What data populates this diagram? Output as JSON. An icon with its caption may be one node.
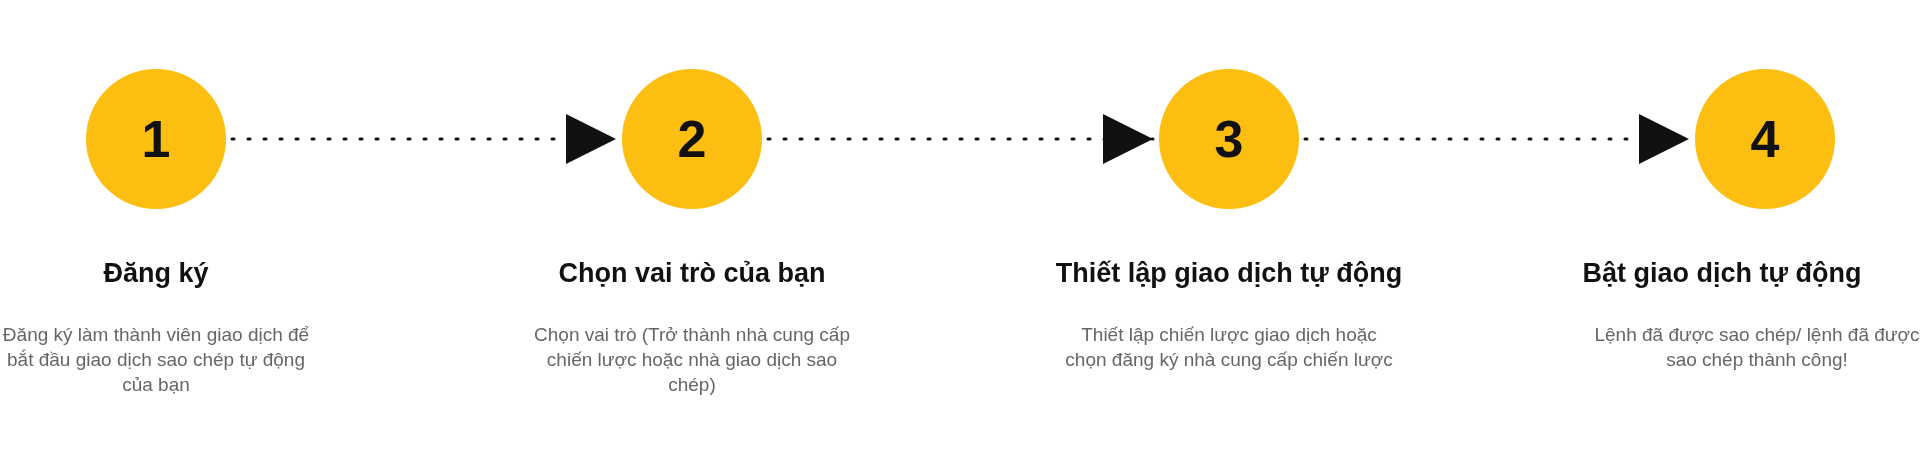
{
  "diagram": {
    "nodes": [
      {
        "text": [
          "1"
        ],
        "beside": [
          "Đăng ký",
          "Đăng ký làm thành viên giao dịch để bắt đầu giao dịch sao chép tự động của bạn"
        ]
      },
      {
        "text": [
          "2"
        ],
        "beside": [
          "Chọn vai trò của bạn",
          "Chọn vai trò (Trở thành nhà cung cấp chiến lược hoặc nhà giao dịch sao chép)"
        ]
      },
      {
        "text": [
          "3"
        ],
        "beside": [
          "Thiết lập giao dịch tự động",
          "Thiết lập chiến lược giao dịch hoặc chọn đăng ký nhà cung cấp chiến lược"
        ]
      },
      {
        "text": [
          "4"
        ],
        "beside": [
          "Bật giao dịch tự động",
          "Lệnh đã được sao chép/ lệnh đã được sao chép thành công!"
        ]
      }
    ],
    "edges": [
      {
        "from": 0,
        "to": 1,
        "arrow": "to",
        "style": "dashed"
      },
      {
        "from": 1,
        "to": 2,
        "arrow": "to",
        "style": "dashed"
      },
      {
        "from": 2,
        "to": 3,
        "arrow": "to",
        "style": "dashed"
      }
    ]
  }
}
